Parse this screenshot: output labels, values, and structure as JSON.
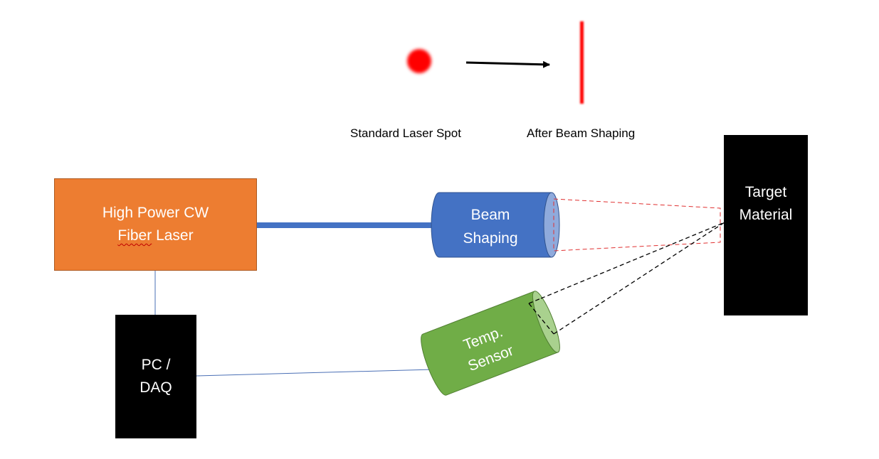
{
  "captions": {
    "standard_spot": "Standard Laser Spot",
    "after_shaping": "After Beam Shaping"
  },
  "laser": {
    "line1": "High Power CW",
    "line2_word1": "Fiber",
    "line2_word2": "Laser"
  },
  "beam_shaper": {
    "line1": "Beam",
    "line2": "Shaping"
  },
  "target": {
    "line1": "Target",
    "line2": "Material"
  },
  "pc": {
    "line1": "PC /",
    "line2": "DAQ"
  },
  "temp_sensor": {
    "line1": "Temp.",
    "line2": "Sensor"
  },
  "colors": {
    "laser_orange": "#ed7d31",
    "shaper_blue": "#4472c4",
    "sensor_green": "#70ad47",
    "spot_red": "#ff0000",
    "black": "#000000"
  }
}
